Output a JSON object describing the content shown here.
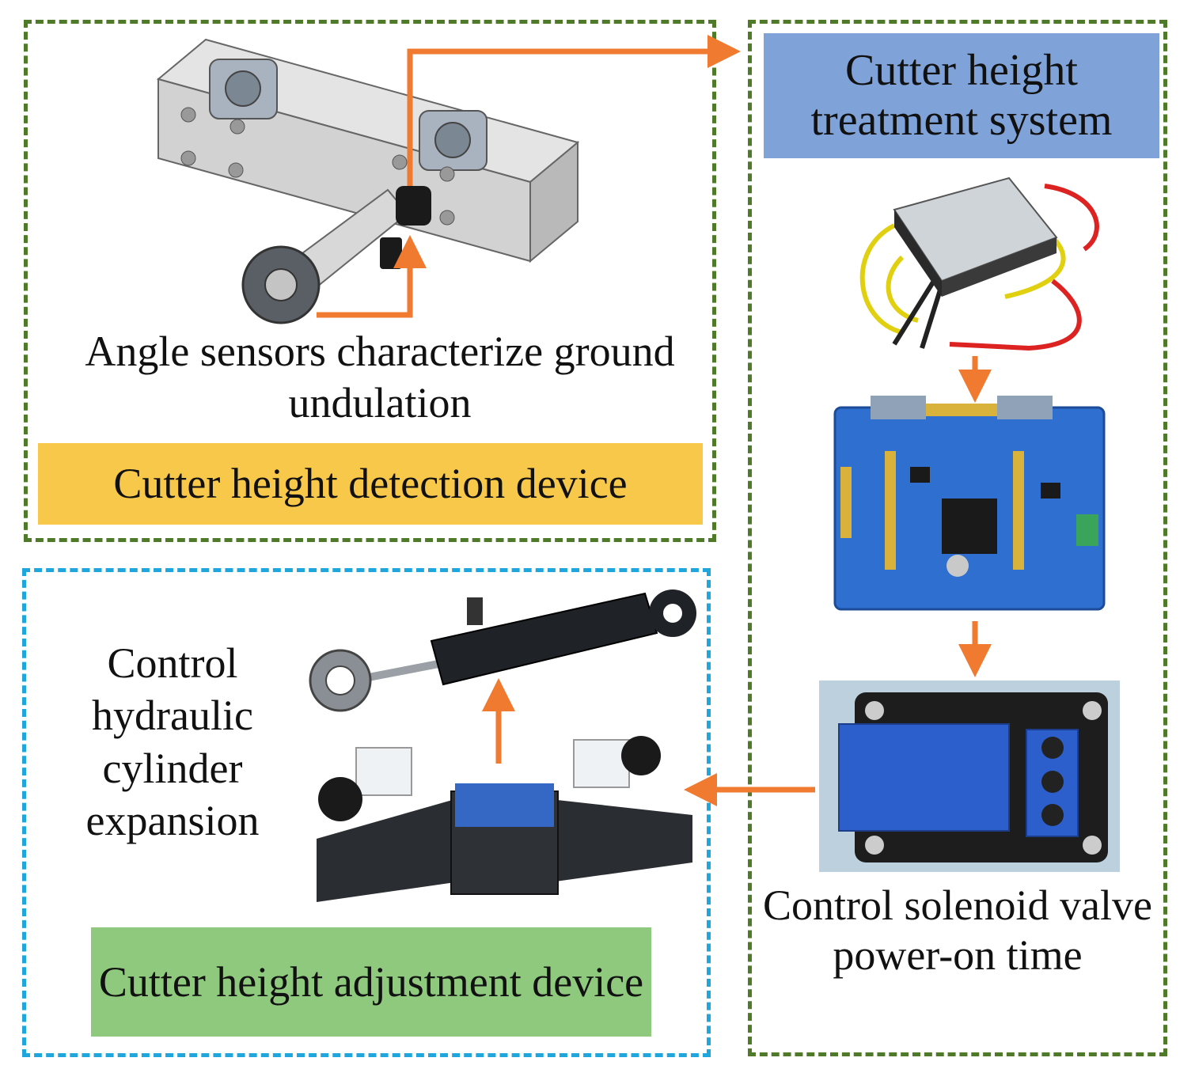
{
  "panels": {
    "detection": {
      "title": "Cutter height detection device",
      "caption": "Angle sensors characterize ground undulation",
      "title_color": "#f7c84a",
      "border_color": "#4e7a2a"
    },
    "treatment": {
      "title": "Cutter height treatment system",
      "caption": "Control solenoid valve power-on time",
      "title_color": "#7fa3d9",
      "border_color": "#4e7a2a"
    },
    "adjustment": {
      "title": "Cutter height adjustment device",
      "caption": "Control hydraulic cylinder expansion",
      "title_color": "#8fc97e",
      "border_color": "#1fa7dd"
    }
  },
  "arrow_color": "#ef7a30",
  "icons": [
    "angle-sensor-bracket-icon",
    "power-supply-icon",
    "controller-board-icon",
    "relay-module-icon",
    "hydraulic-cylinder-icon",
    "solenoid-valve-icon"
  ]
}
